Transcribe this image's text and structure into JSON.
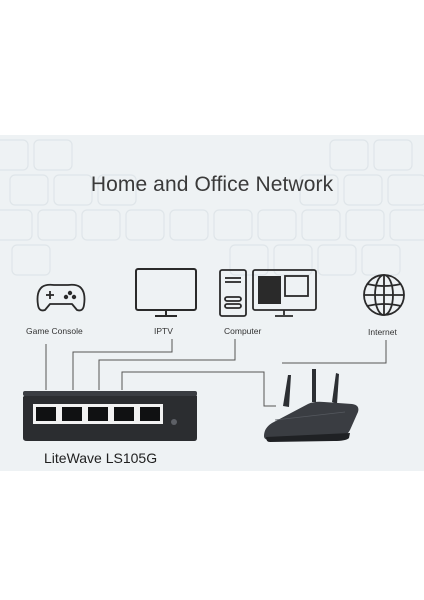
{
  "title": "Home and Office Network",
  "devices": {
    "game_console": "Game Console",
    "iptv": "IPTV",
    "computer": "Computer",
    "internet": "Internet"
  },
  "product_name": "LiteWave LS105G",
  "colors": {
    "background_panel": "#eef2f4",
    "switch_body": "#2b2d30",
    "router_body": "#3a3d42",
    "line": "#555555",
    "icon": "#2a2a2a"
  }
}
